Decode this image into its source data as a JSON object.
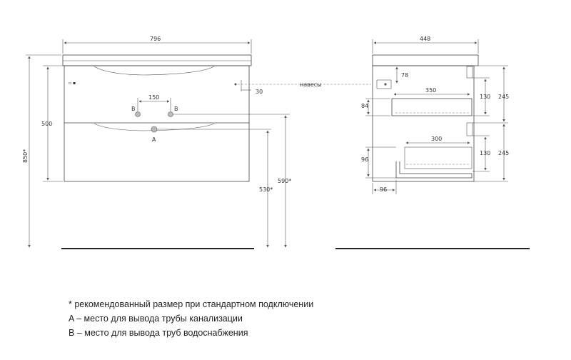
{
  "front_view": {
    "width": "796",
    "drawer_height": "500",
    "total_height": "850*",
    "drain_height": "530*",
    "supply_height": "590*",
    "supply_spacing": "150",
    "hanger_offset": "30",
    "label_A": "A",
    "label_B_left": "B",
    "label_B_right": "B"
  },
  "side_view": {
    "depth": "448",
    "hanger_label": "навесы",
    "hanger_drop": "78",
    "upper_drawer_depth": "350",
    "lower_drawer_depth": "300",
    "upper_drawer_height": "130",
    "lower_drawer_height": "130",
    "upper_gap": "84",
    "lower_gap": "96",
    "upper_section": "245",
    "lower_section": "245",
    "base_offset": "96"
  },
  "notes": [
    "* рекомендованный размер при стандартном подключении",
    "A – место для вывода трубы канализации",
    "B – место для вывода труб водоснабжения"
  ]
}
